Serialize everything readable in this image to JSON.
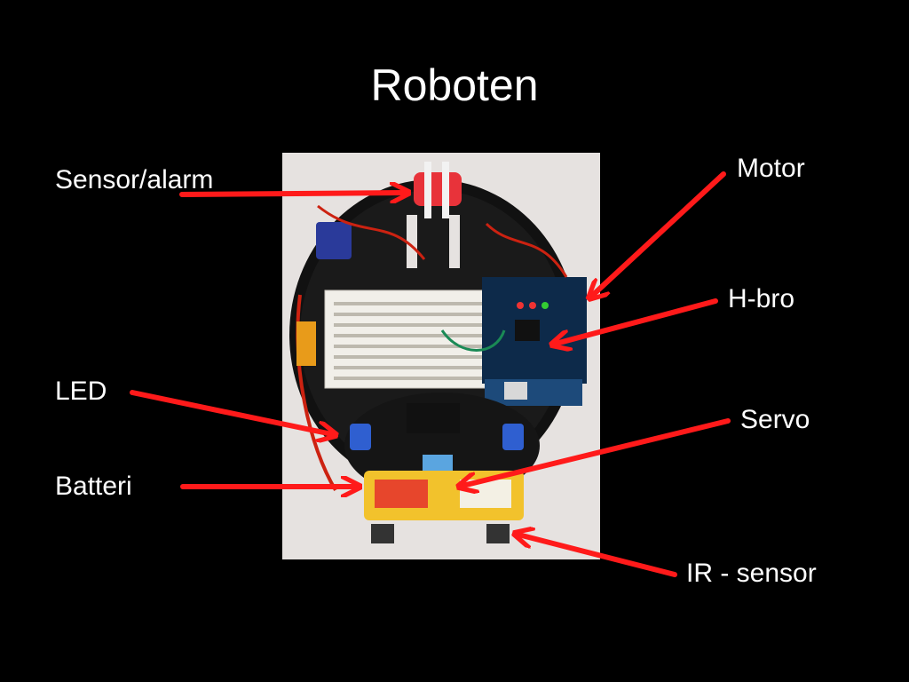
{
  "slide": {
    "title": "Roboten",
    "labels": {
      "sensor": "Sensor/alarm",
      "led": "LED",
      "batteri": "Batteri",
      "motor": "Motor",
      "hbro": "H-bro",
      "servo": "Servo",
      "ir": "IR - sensor"
    },
    "arrow_color": "#ff1a1a"
  }
}
